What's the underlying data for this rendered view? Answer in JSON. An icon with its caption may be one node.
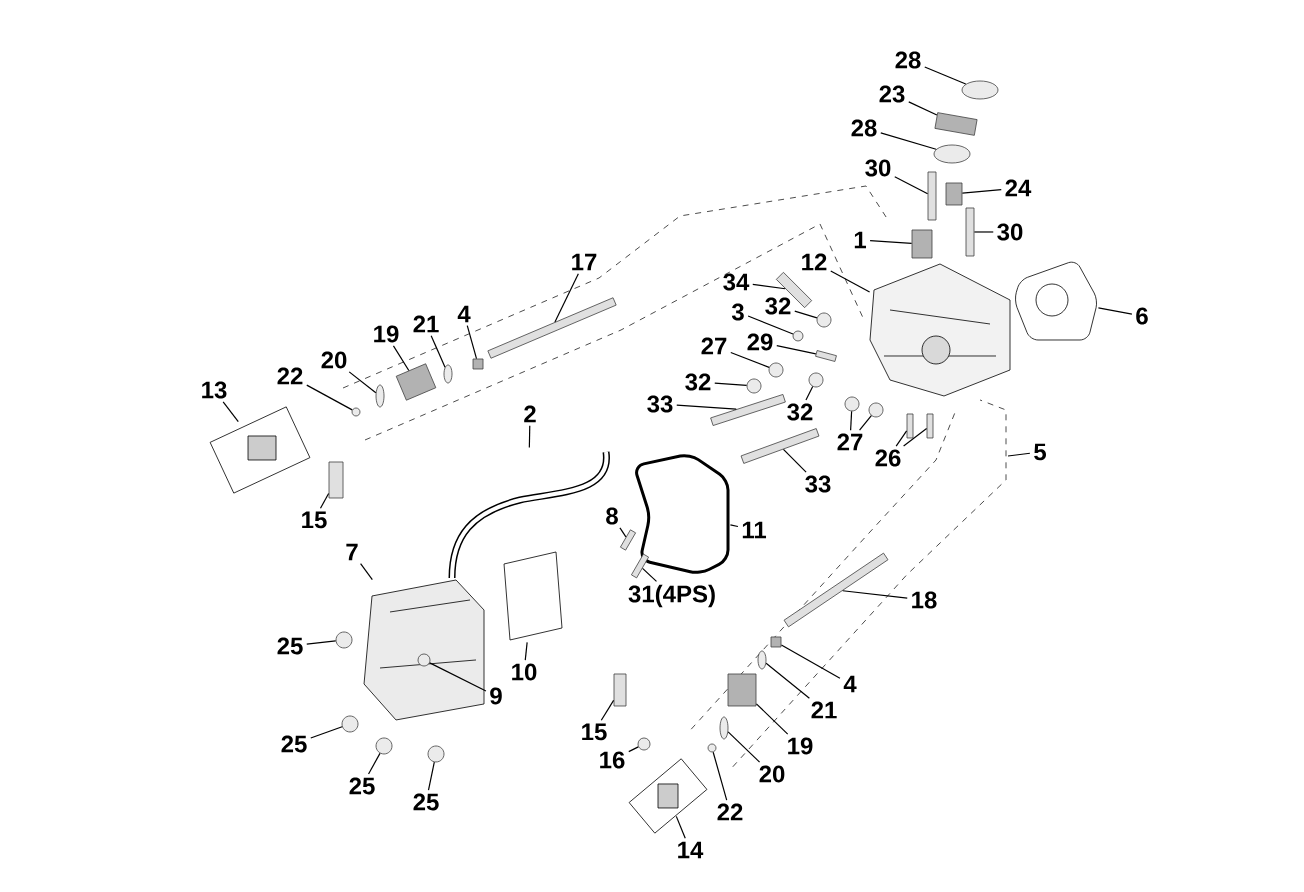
{
  "diagram": {
    "nodes": [
      {
        "text": [
          "28"
        ]
      },
      {
        "text": [
          "23"
        ]
      },
      {
        "text": [
          "28"
        ]
      },
      {
        "text": [
          "30"
        ]
      },
      {
        "text": [
          "24"
        ]
      },
      {
        "text": [
          "30"
        ]
      },
      {
        "text": [
          "1"
        ]
      },
      {
        "text": [
          "6"
        ]
      },
      {
        "text": [
          "17"
        ]
      },
      {
        "text": [
          "34"
        ]
      },
      {
        "text": [
          "12"
        ]
      },
      {
        "text": [
          "32"
        ]
      },
      {
        "text": [
          "3"
        ]
      },
      {
        "text": [
          "29"
        ]
      },
      {
        "text": [
          "27"
        ]
      },
      {
        "text": [
          "32"
        ]
      },
      {
        "text": [
          "33"
        ]
      },
      {
        "text": [
          "32"
        ]
      },
      {
        "text": [
          "27"
        ]
      },
      {
        "text": [
          "26"
        ]
      },
      {
        "text": [
          "33"
        ]
      },
      {
        "text": [
          "5"
        ]
      },
      {
        "text": [
          "4"
        ]
      },
      {
        "text": [
          "21"
        ]
      },
      {
        "text": [
          "19"
        ]
      },
      {
        "text": [
          "20"
        ]
      },
      {
        "text": [
          "22"
        ]
      },
      {
        "text": [
          "13"
        ]
      },
      {
        "text": [
          "15"
        ]
      },
      {
        "text": [
          "2"
        ]
      },
      {
        "text": [
          "11"
        ]
      },
      {
        "text": [
          "8"
        ]
      },
      {
        "text": [
          "31(4PS)"
        ]
      },
      {
        "text": [
          "10"
        ]
      },
      {
        "text": [
          "7"
        ]
      },
      {
        "text": [
          "25"
        ]
      },
      {
        "text": [
          "9"
        ]
      },
      {
        "text": [
          "18"
        ]
      },
      {
        "text": [
          "4"
        ]
      },
      {
        "text": [
          "21"
        ]
      },
      {
        "text": [
          "19"
        ]
      },
      {
        "text": [
          "20"
        ]
      },
      {
        "text": [
          "22"
        ]
      },
      {
        "text": [
          "14"
        ]
      },
      {
        "text": [
          "15"
        ]
      },
      {
        "text": [
          "16"
        ]
      },
      {
        "text": [
          "25"
        ]
      },
      {
        "text": [
          "25"
        ]
      },
      {
        "text": [
          "25"
        ]
      },
      {
        "text": [],
        "shape": "circle"
      },
      {
        "text": [],
        "shape": "box"
      },
      {
        "text": [],
        "shape": "circle"
      },
      {
        "text": [],
        "shape": "bar"
      },
      {
        "text": [],
        "shape": "box"
      },
      {
        "text": [],
        "shape": "bar"
      },
      {
        "text": [],
        "shape": "box"
      },
      {
        "text": [],
        "shape": "picture"
      },
      {
        "text": [],
        "shape": "bar"
      },
      {
        "text": [],
        "shape": "bar"
      },
      {
        "text": [],
        "shape": "picture"
      },
      {
        "text": [],
        "shape": "circle"
      },
      {
        "text": [],
        "shape": "circle"
      },
      {
        "text": [],
        "shape": "bar"
      },
      {
        "text": [],
        "shape": "circle"
      },
      {
        "text": [],
        "shape": "circle"
      },
      {
        "text": [],
        "shape": "bar"
      },
      {
        "text": [],
        "shape": "circle"
      },
      {
        "text": [],
        "shape": "circle"
      },
      {
        "text": [],
        "shape": "circle"
      },
      {
        "text": [],
        "shape": "bar"
      },
      {
        "text": [],
        "shape": "bar"
      },
      {
        "text": [],
        "shape": "bar"
      },
      {
        "text": [],
        "shape": "box"
      },
      {
        "text": [],
        "shape": "circle"
      },
      {
        "text": [],
        "shape": "box"
      },
      {
        "text": [],
        "shape": "circle"
      },
      {
        "text": [],
        "shape": "circle"
      },
      {
        "text": [],
        "shape": "picture"
      },
      {
        "text": [],
        "shape": "bar"
      },
      {
        "text": [],
        "shape": "picture"
      },
      {
        "text": [],
        "shape": "picture"
      },
      {
        "text": [],
        "shape": "bar"
      },
      {
        "text": [],
        "shape": "bar"
      },
      {
        "text": [],
        "shape": "picture"
      },
      {
        "text": [],
        "shape": "picture"
      },
      {
        "text": [],
        "shape": "circle"
      },
      {
        "text": [],
        "shape": "circle",
        "in": 84
      },
      {
        "text": [],
        "shape": "bar"
      },
      {
        "text": [],
        "shape": "box"
      },
      {
        "text": [],
        "shape": "circle"
      },
      {
        "text": [],
        "shape": "box"
      },
      {
        "text": [],
        "shape": "circle"
      },
      {
        "text": [],
        "shape": "circle"
      },
      {
        "text": [],
        "shape": "picture"
      },
      {
        "text": [],
        "shape": "bar"
      },
      {
        "text": [],
        "shape": "circle"
      },
      {
        "text": [],
        "shape": "circle"
      },
      {
        "text": [],
        "shape": "circle"
      },
      {
        "text": [],
        "shape": "circle"
      }
    ],
    "edges": [
      {
        "from": 0,
        "to": 49,
        "arrow": "none"
      },
      {
        "from": 1,
        "to": 50,
        "arrow": "none"
      },
      {
        "from": 2,
        "to": 51,
        "arrow": "none"
      },
      {
        "from": 3,
        "to": 52,
        "arrow": "none"
      },
      {
        "from": 4,
        "to": 53,
        "arrow": "none"
      },
      {
        "from": 5,
        "to": 54,
        "arrow": "none"
      },
      {
        "from": 6,
        "to": 55,
        "arrow": "none"
      },
      {
        "from": 7,
        "to": 56,
        "arrow": "none"
      },
      {
        "from": 8,
        "to": 57,
        "arrow": "none"
      },
      {
        "from": 9,
        "to": 58,
        "arrow": "none"
      },
      {
        "from": 10,
        "to": 59,
        "arrow": "none"
      },
      {
        "from": 11,
        "to": 60,
        "arrow": "none"
      },
      {
        "from": 12,
        "to": 61,
        "arrow": "none"
      },
      {
        "from": 13,
        "to": 62,
        "arrow": "none"
      },
      {
        "from": 14,
        "to": 63,
        "arrow": "none"
      },
      {
        "from": 15,
        "to": 64,
        "arrow": "none"
      },
      {
        "from": 16,
        "to": 65,
        "arrow": "none"
      },
      {
        "from": 17,
        "to": 66,
        "arrow": "none"
      },
      {
        "from": 18,
        "to": 67,
        "arrow": "none"
      },
      {
        "from": 18,
        "to": 68,
        "arrow": "none"
      },
      {
        "from": 19,
        "to": 69,
        "arrow": "none"
      },
      {
        "from": 19,
        "to": 70,
        "arrow": "none"
      },
      {
        "from": 20,
        "to": 71,
        "arrow": "none"
      },
      {
        "from": 21,
        "to": null,
        "arrow": "none"
      },
      {
        "from": 22,
        "to": 72,
        "arrow": "none"
      },
      {
        "from": 23,
        "to": 73,
        "arrow": "none"
      },
      {
        "from": 24,
        "to": 74,
        "arrow": "none"
      },
      {
        "from": 25,
        "to": 75,
        "arrow": "none"
      },
      {
        "from": 26,
        "to": 76,
        "arrow": "none"
      },
      {
        "from": 27,
        "to": 77,
        "arrow": "none"
      },
      {
        "from": 28,
        "to": 78,
        "arrow": "none"
      },
      {
        "from": 29,
        "to": 79,
        "arrow": "none"
      },
      {
        "from": 30,
        "to": 80,
        "arrow": "none"
      },
      {
        "from": 31,
        "to": 81,
        "arrow": "none"
      },
      {
        "from": 32,
        "to": 82,
        "arrow": "none"
      },
      {
        "from": 33,
        "to": 83,
        "arrow": "none"
      },
      {
        "from": 34,
        "to": 84,
        "arrow": "none"
      },
      {
        "from": 35,
        "to": 85,
        "arrow": "none"
      },
      {
        "from": 36,
        "to": 86,
        "arrow": "none"
      },
      {
        "from": 37,
        "to": 87,
        "arrow": "none"
      },
      {
        "from": 38,
        "to": 88,
        "arrow": "none"
      },
      {
        "from": 39,
        "to": 89,
        "arrow": "none"
      },
      {
        "from": 40,
        "to": 90,
        "arrow": "none"
      },
      {
        "from": 41,
        "to": 91,
        "arrow": "none"
      },
      {
        "from": 42,
        "to": 92,
        "arrow": "none"
      },
      {
        "from": 43,
        "to": 93,
        "arrow": "none"
      },
      {
        "from": 44,
        "to": 94,
        "arrow": "none"
      },
      {
        "from": 45,
        "to": 95,
        "arrow": "none"
      },
      {
        "from": 46,
        "to": 96,
        "arrow": "none"
      },
      {
        "from": 47,
        "to": 97,
        "arrow": "none"
      },
      {
        "from": 48,
        "to": 98,
        "arrow": "none"
      }
    ]
  }
}
